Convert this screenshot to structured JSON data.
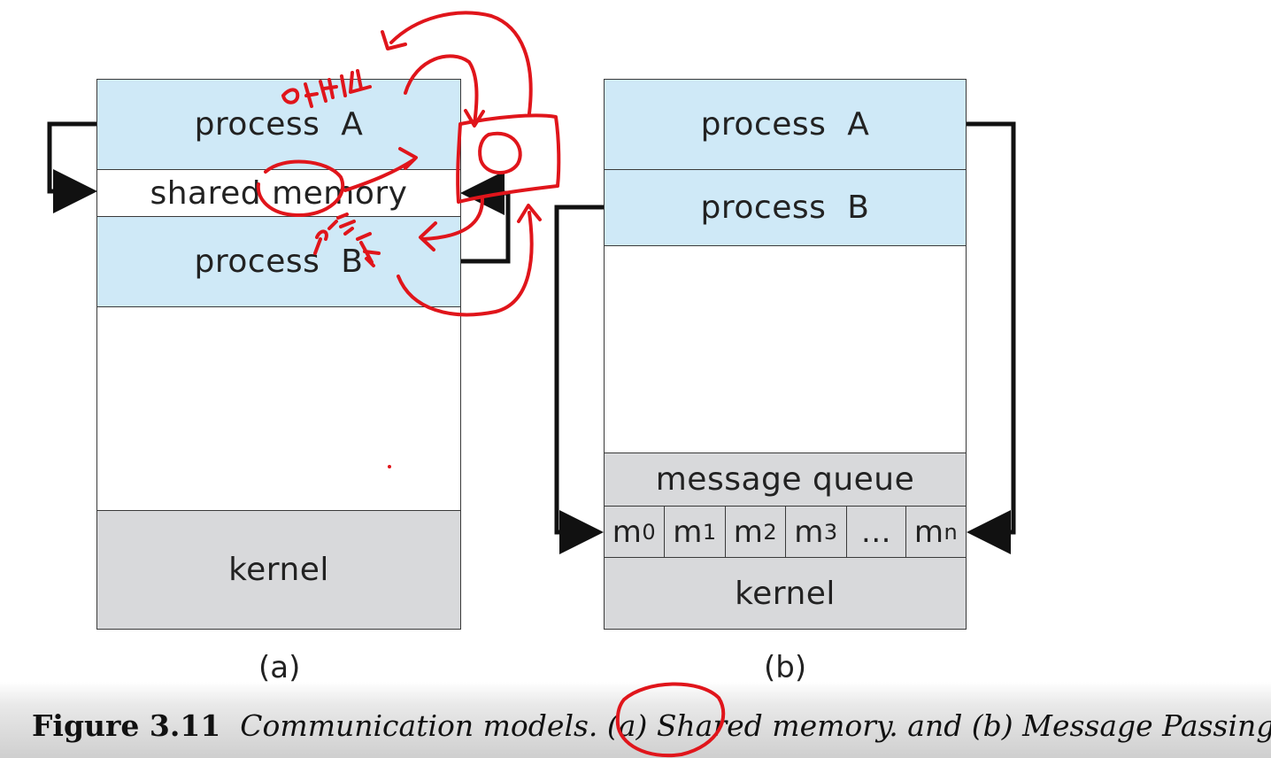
{
  "panel_a": {
    "process_a": "process  A",
    "shared_memory": "shared memory",
    "process_b": "process  B",
    "kernel": "kernel",
    "label": "(a)"
  },
  "panel_b": {
    "process_a": "process  A",
    "process_b": "process  B",
    "message_queue": "message queue",
    "queue_cells": [
      {
        "base": "m",
        "sub": "0"
      },
      {
        "base": "m",
        "sub": "1"
      },
      {
        "base": "m",
        "sub": "2"
      },
      {
        "base": "m",
        "sub": "3"
      },
      {
        "base": "...",
        "sub": ""
      },
      {
        "base": "m",
        "sub": "n"
      }
    ],
    "kernel": "kernel",
    "label": "(b)"
  },
  "caption": {
    "figure_number": "Figure 3.11",
    "text": "Communication models. (a) Shared memory. and (b) Message Passing."
  },
  "annotation_color": "#e0151b"
}
